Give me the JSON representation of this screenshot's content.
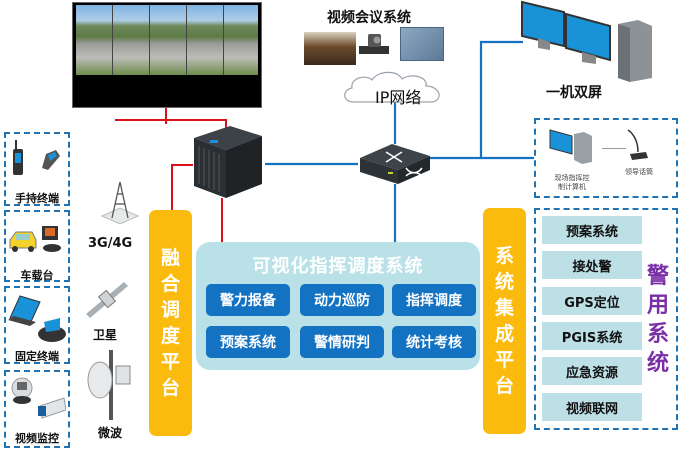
{
  "top": {
    "video_conf_label": "视频会议系统",
    "ip_network_label": "IP网络",
    "dual_screen_label": "一机双屏"
  },
  "terminals": [
    {
      "label": "手持终端",
      "icon": "handheld-radio-icon"
    },
    {
      "label": "车载台",
      "icon": "vehicle-radio-icon"
    },
    {
      "label": "固定终端",
      "icon": "fixed-terminal-icon"
    },
    {
      "label": "视频监控",
      "icon": "cctv-camera-icon"
    }
  ],
  "links": [
    {
      "label": "3G/4G",
      "icon": "cell-tower-icon"
    },
    {
      "label": "卫星",
      "icon": "satellite-icon"
    },
    {
      "label": "微波",
      "icon": "microwave-dish-icon"
    }
  ],
  "fusion_platform": {
    "label": "融合调度平台",
    "chars": [
      "融",
      "合",
      "调",
      "度",
      "平",
      "台"
    ]
  },
  "integration_platform": {
    "label": "系统集成平台",
    "chars": [
      "系",
      "统",
      "集",
      "成",
      "平",
      "台"
    ]
  },
  "core_system": {
    "title": "可视化指挥调度系统",
    "modules": [
      "警力报备",
      "动力巡防",
      "指挥调度",
      "预案系统",
      "警情研判",
      "统计考核"
    ]
  },
  "command_site": {
    "computer_label_line1": "现场指挥控",
    "computer_label_line2": "制计算机",
    "mic_label": "领导话筒"
  },
  "police_systems": {
    "title_chars": [
      "警",
      "用",
      "系",
      "统"
    ],
    "items": [
      "预案系统",
      "接处警",
      "GPS定位",
      "PGIS系统",
      "应急资源",
      "视频联网"
    ]
  },
  "colors": {
    "accent_blue": "#1472c2",
    "dash_blue": "#1f73b3",
    "yellow": "#fbbb0e",
    "light_teal": "#b9e1e7",
    "purple": "#7b2fa6",
    "red_wire": "#d9121b"
  }
}
